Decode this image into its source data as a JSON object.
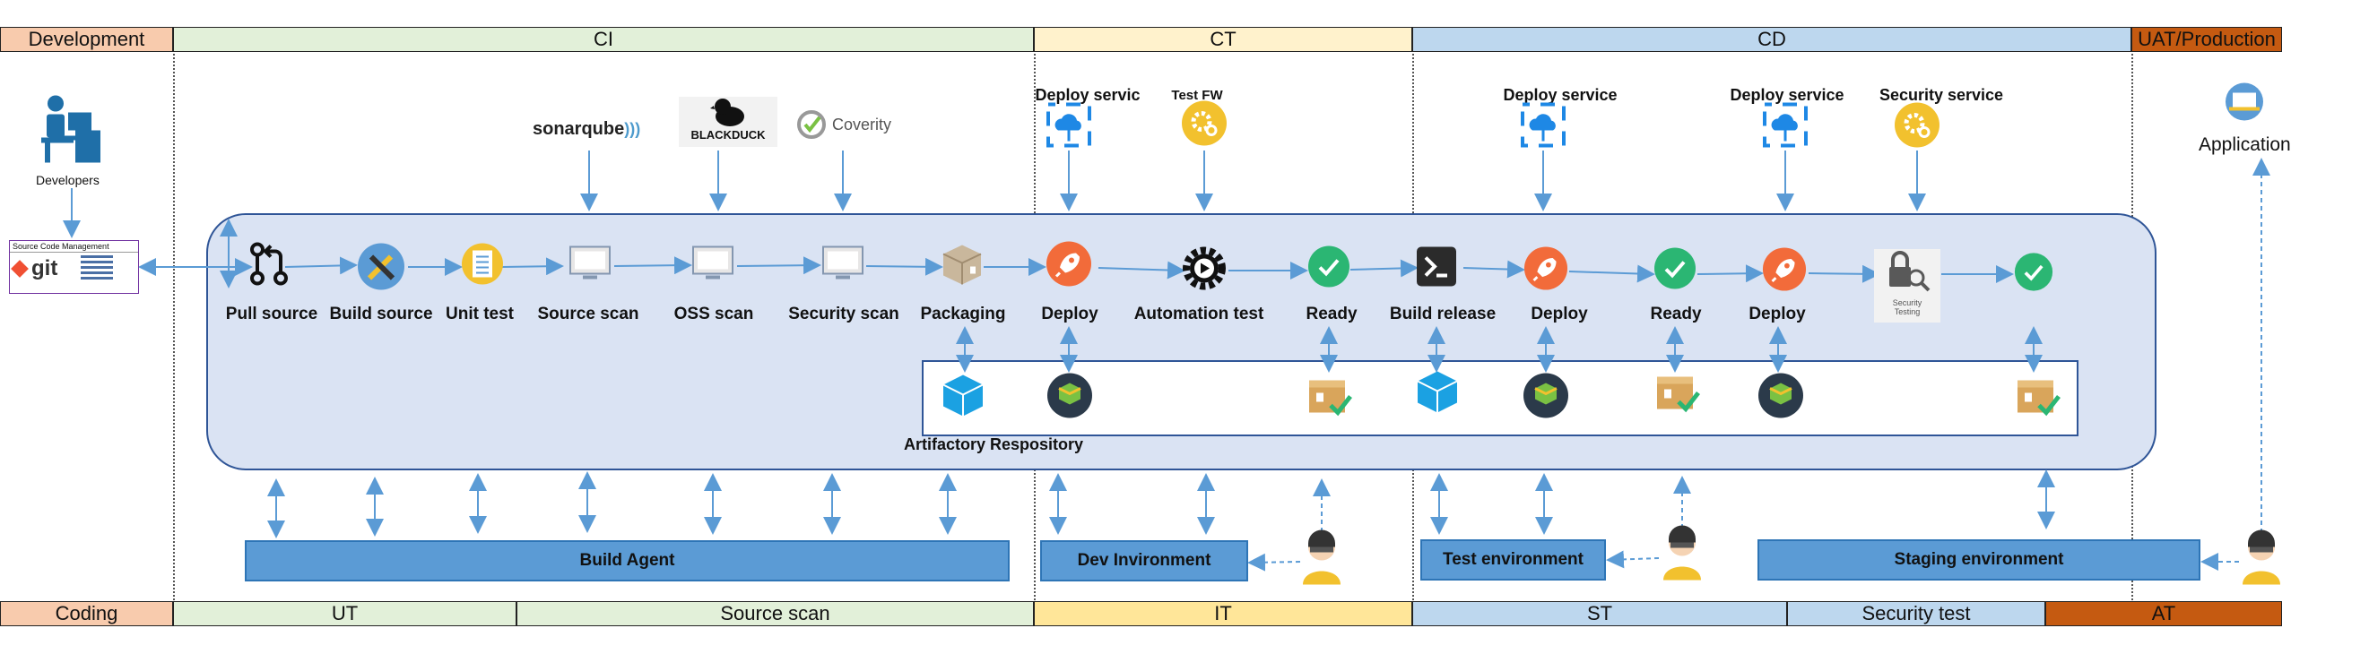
{
  "top_phases": [
    {
      "label": "Development",
      "color": "#f8cbad"
    },
    {
      "label": "CI",
      "color": "#e2f0d9"
    },
    {
      "label": "CT",
      "color": "#fff2cc"
    },
    {
      "label": "CD",
      "color": "#bdd7ee"
    },
    {
      "label": "UAT/Production",
      "color": "#c55a11"
    }
  ],
  "bottom_phases": [
    {
      "label": "Coding",
      "color": "#f8cbad"
    },
    {
      "label": "UT",
      "color": "#e2f0d9"
    },
    {
      "label": "Source scan",
      "color": "#e2f0d9"
    },
    {
      "label": "IT",
      "color": "#ffe699"
    },
    {
      "label": "ST",
      "color": "#bdd7ee"
    },
    {
      "label": "Security test",
      "color": "#bdd7ee"
    },
    {
      "label": "AT",
      "color": "#c55a11"
    }
  ],
  "developers": {
    "label": "Developers"
  },
  "scm": {
    "title": "Source Code Management",
    "git": "git"
  },
  "tools": {
    "sonarqube": "sonarqube",
    "blackduck": "BLACKDUCK",
    "coverity": "Coverity"
  },
  "top_services": [
    "Deploy servic",
    "Test FW",
    "Deploy service",
    "Deploy service",
    "Security service"
  ],
  "application": {
    "label": "Application"
  },
  "steps": [
    "Pull source",
    "Build source",
    "Unit test",
    "Source scan",
    "OSS scan",
    "Security scan",
    "Packaging",
    "Deploy",
    "Automation test",
    "Ready",
    "Build release",
    "Deploy",
    "Ready",
    "Deploy"
  ],
  "security_testing": "Security\nTesting",
  "artifactory": {
    "label": "Artifactory Respository"
  },
  "environments": {
    "build_agent": "Build Agent",
    "dev": "Dev Invironment",
    "test": "Test environment",
    "staging": "Staging environment"
  },
  "colors": {
    "accent": "#5b9bd5",
    "pipeline_bg": "#dae3f3",
    "orange": "#f26b3a",
    "green": "#2bb673",
    "yellow": "#f2c12e"
  }
}
